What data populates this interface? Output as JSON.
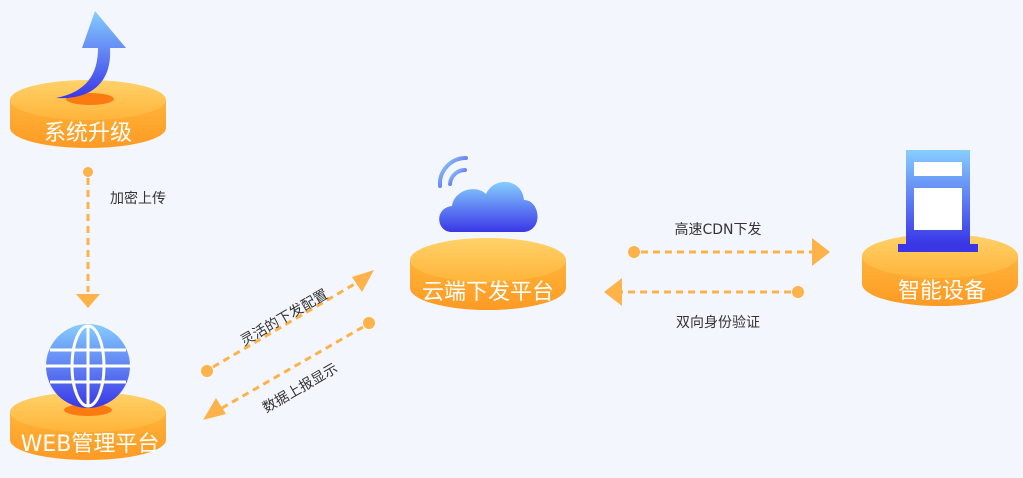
{
  "nodes": {
    "upgrade": {
      "label": "系统升级",
      "icon": "arrow-up-icon"
    },
    "web": {
      "label": "WEB管理平台",
      "icon": "globe-icon"
    },
    "cloud": {
      "label": "云端下发平台",
      "icon": "cloud-wifi-icon"
    },
    "device": {
      "label": "智能设备",
      "icon": "device-icon"
    }
  },
  "edges": {
    "encrypt_upload": "加密上传",
    "flexible_config": "灵活的下发配置",
    "data_report": "数据上报显示",
    "cdn_download": "高速CDN下发",
    "mutual_auth": "双向身份验证"
  },
  "colors": {
    "platform_top": "#ffc24a",
    "platform_side": "#fda42e",
    "platform_spot": "#fc7a12",
    "connector": "#fdb24a",
    "icon_blue_light": "#7dc7ff",
    "icon_blue_dark": "#3b38e8",
    "background": "#f3f7fd"
  }
}
